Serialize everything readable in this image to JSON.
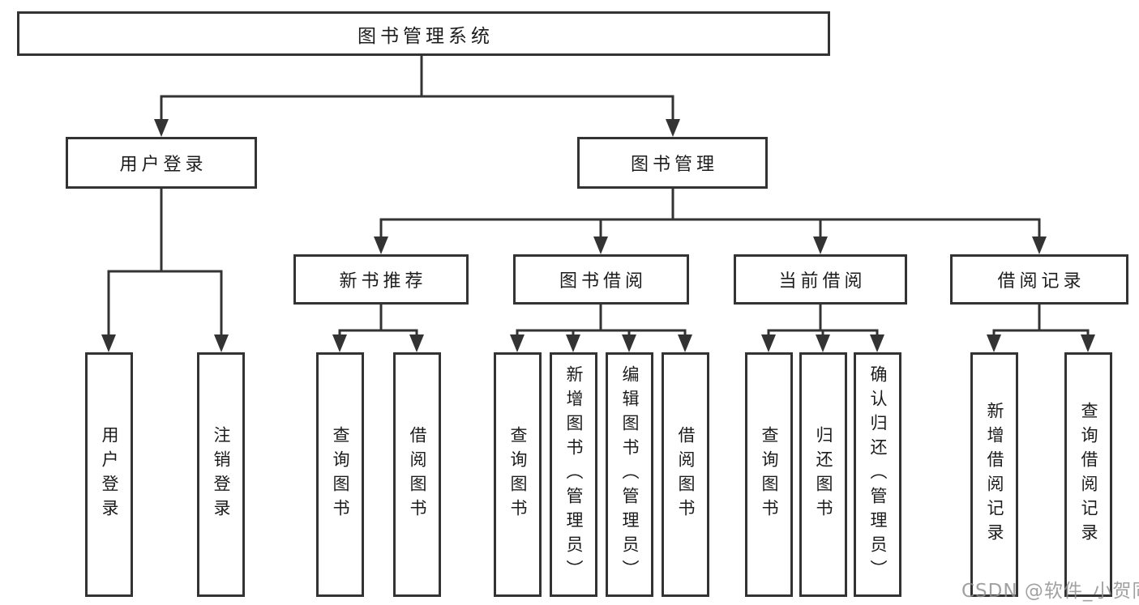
{
  "diagram": {
    "root": {
      "label": "图书管理系统"
    },
    "branches": [
      {
        "label": "用户登录",
        "leaves": [
          "用户登录",
          "注销登录"
        ]
      },
      {
        "label": "图书管理",
        "groups": [
          {
            "label": "新书推荐",
            "leaves": [
              "查询图书",
              "借阅图书"
            ]
          },
          {
            "label": "图书借阅",
            "leaves": [
              "查询图书",
              "新增图书（管理员）",
              "编辑图书（管理员）",
              "借阅图书"
            ]
          },
          {
            "label": "当前借阅",
            "leaves": [
              "查询图书",
              "归还图书",
              "确认归还（管理员）"
            ]
          },
          {
            "label": "借阅记录",
            "leaves": [
              "新增借阅记录",
              "查询借阅记录"
            ]
          }
        ]
      }
    ]
  },
  "watermark": {
    "text": "CSDN @软件_小贺同学"
  },
  "colors": {
    "line": "#333333",
    "box_border": "#333333",
    "text": "#1c1c1c",
    "watermark_gray": "#919191",
    "background": "#ffffff"
  }
}
